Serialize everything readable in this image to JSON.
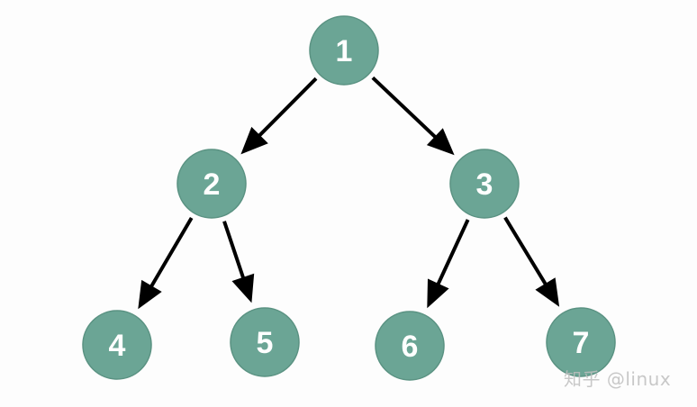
{
  "diagram": {
    "node_color": "#6ba595",
    "node_stroke": "#5a9282",
    "edge_color": "#000000",
    "label_color": "#ffffff",
    "nodes": [
      {
        "id": "n1",
        "label": "1"
      },
      {
        "id": "n2",
        "label": "2"
      },
      {
        "id": "n3",
        "label": "3"
      },
      {
        "id": "n4",
        "label": "4"
      },
      {
        "id": "n5",
        "label": "5"
      },
      {
        "id": "n6",
        "label": "6"
      },
      {
        "id": "n7",
        "label": "7"
      }
    ],
    "edges": [
      {
        "from": "n1",
        "to": "n2"
      },
      {
        "from": "n1",
        "to": "n3"
      },
      {
        "from": "n2",
        "to": "n4"
      },
      {
        "from": "n2",
        "to": "n5"
      },
      {
        "from": "n3",
        "to": "n6"
      },
      {
        "from": "n3",
        "to": "n7"
      }
    ]
  },
  "watermark": {
    "text": "知乎 @linux"
  }
}
